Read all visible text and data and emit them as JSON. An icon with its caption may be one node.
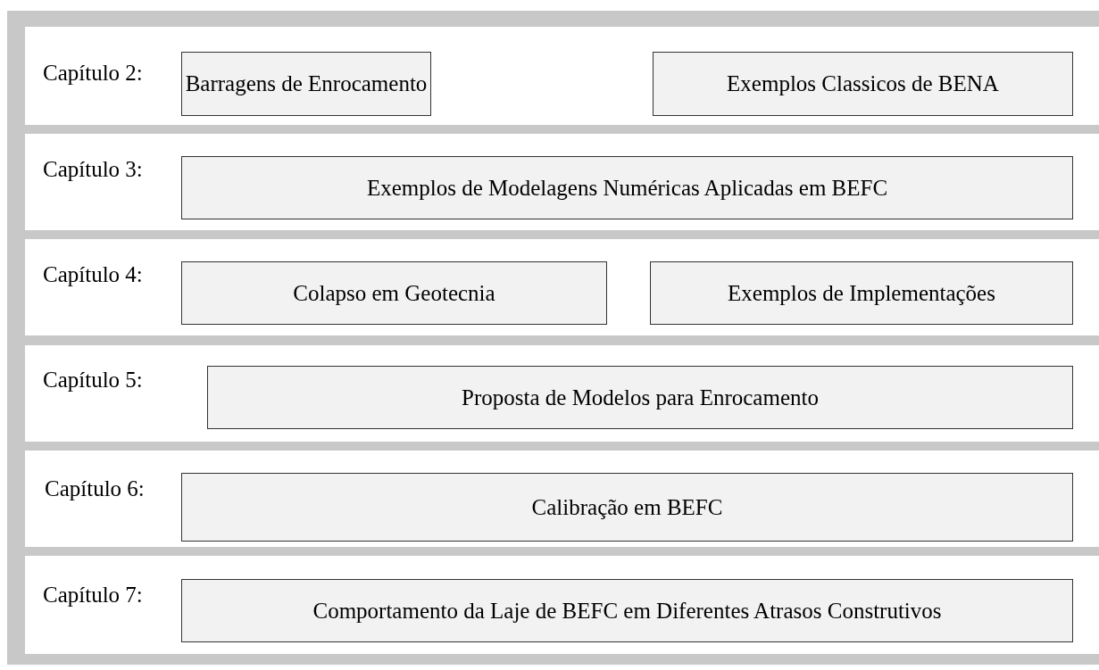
{
  "diagram": {
    "nodes": [
      {
        "text": [
          "Capítulo 2:"
        ]
      },
      {
        "text": [
          "Barragens de Enrocamento"
        ],
        "in": 0
      },
      {
        "text": [
          "Exemplos Classicos de BENA"
        ],
        "in": 0
      },
      {
        "text": [
          "Capítulo 3:"
        ]
      },
      {
        "text": [
          "Exemplos de Modelagens Numéricas Aplicadas em BEFC"
        ],
        "in": 3
      },
      {
        "text": [
          "Capítulo 4:"
        ]
      },
      {
        "text": [
          "Colapso em Geotecnia"
        ],
        "in": 5
      },
      {
        "text": [
          "Exemplos de Implementações"
        ],
        "in": 5
      },
      {
        "text": [
          "Capítulo 5:"
        ]
      },
      {
        "text": [
          "Proposta de Modelos para Enrocamento"
        ],
        "in": 8
      },
      {
        "text": [
          "Capítulo 6:"
        ]
      },
      {
        "text": [
          "Calibração em BEFC"
        ],
        "in": 10
      },
      {
        "text": [
          "Capítulo 7:"
        ]
      },
      {
        "text": [
          "Comportamento da Laje de BEFC em Diferentes Atrasos Construtivos"
        ],
        "in": 12
      }
    ]
  }
}
